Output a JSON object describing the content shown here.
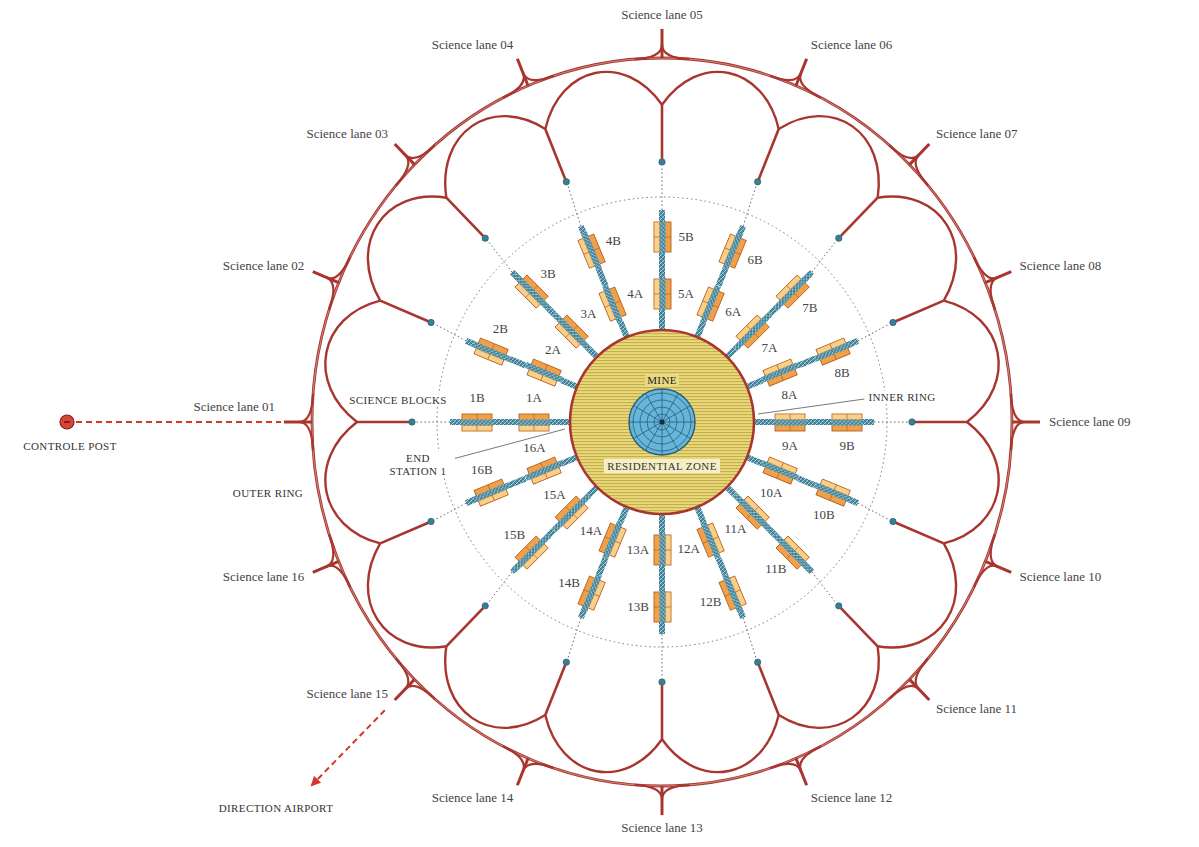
{
  "diagram": {
    "nodes": [
      {
        "text": [
          "RESIDENTIAL ZONE"
        ]
      },
      {
        "text": [
          "MINE"
        ],
        "in": 0
      },
      {
        "text": [
          "1A"
        ]
      },
      {
        "text": [
          "1B"
        ]
      },
      {
        "text": [
          "2A"
        ]
      },
      {
        "text": [
          "2B"
        ]
      },
      {
        "text": [
          "3A"
        ]
      },
      {
        "text": [
          "3B"
        ]
      },
      {
        "text": [
          "4A"
        ]
      },
      {
        "text": [
          "4B"
        ]
      },
      {
        "text": [
          "5A"
        ]
      },
      {
        "text": [
          "5B"
        ]
      },
      {
        "text": [
          "6A"
        ]
      },
      {
        "text": [
          "6B"
        ]
      },
      {
        "text": [
          "7A"
        ]
      },
      {
        "text": [
          "7B"
        ]
      },
      {
        "text": [
          "8A"
        ]
      },
      {
        "text": [
          "8B"
        ]
      },
      {
        "text": [
          "9A"
        ]
      },
      {
        "text": [
          "9B"
        ]
      },
      {
        "text": [
          "10A"
        ]
      },
      {
        "text": [
          "10B"
        ]
      },
      {
        "text": [
          "11A"
        ]
      },
      {
        "text": [
          "11B"
        ]
      },
      {
        "text": [
          "12A"
        ]
      },
      {
        "text": [
          "12B"
        ]
      },
      {
        "text": [
          "13A"
        ]
      },
      {
        "text": [
          "13B"
        ]
      },
      {
        "text": [
          "14A"
        ]
      },
      {
        "text": [
          "14B"
        ]
      },
      {
        "text": [
          "15A"
        ]
      },
      {
        "text": [
          "15B"
        ]
      },
      {
        "text": [
          "16A"
        ]
      },
      {
        "text": [
          "16B"
        ]
      }
    ],
    "edges": [
      {
        "from": 0,
        "to": 2,
        "arrow": "none"
      },
      {
        "from": 2,
        "to": 3,
        "arrow": "none"
      },
      {
        "from": 0,
        "to": 4,
        "arrow": "none"
      },
      {
        "from": 4,
        "to": 5,
        "arrow": "none"
      },
      {
        "from": 0,
        "to": 6,
        "arrow": "none"
      },
      {
        "from": 6,
        "to": 7,
        "arrow": "none"
      },
      {
        "from": 0,
        "to": 8,
        "arrow": "none"
      },
      {
        "from": 8,
        "to": 9,
        "arrow": "none"
      },
      {
        "from": 0,
        "to": 10,
        "arrow": "none"
      },
      {
        "from": 10,
        "to": 11,
        "arrow": "none"
      },
      {
        "from": 0,
        "to": 12,
        "arrow": "none"
      },
      {
        "from": 12,
        "to": 13,
        "arrow": "none"
      },
      {
        "from": 0,
        "to": 14,
        "arrow": "none"
      },
      {
        "from": 14,
        "to": 15,
        "arrow": "none"
      },
      {
        "from": 0,
        "to": 16,
        "arrow": "none"
      },
      {
        "from": 16,
        "to": 17,
        "arrow": "none"
      },
      {
        "from": 0,
        "to": 18,
        "arrow": "none"
      },
      {
        "from": 18,
        "to": 19,
        "arrow": "none"
      },
      {
        "from": 0,
        "to": 20,
        "arrow": "none"
      },
      {
        "from": 20,
        "to": 21,
        "arrow": "none"
      },
      {
        "from": 0,
        "to": 22,
        "arrow": "none"
      },
      {
        "from": 22,
        "to": 23,
        "arrow": "none"
      },
      {
        "from": 0,
        "to": 24,
        "arrow": "none"
      },
      {
        "from": 24,
        "to": 25,
        "arrow": "none"
      },
      {
        "from": 0,
        "to": 26,
        "arrow": "none"
      },
      {
        "from": 26,
        "to": 27,
        "arrow": "none"
      },
      {
        "from": 0,
        "to": 28,
        "arrow": "none"
      },
      {
        "from": 28,
        "to": 29,
        "arrow": "none"
      },
      {
        "from": 0,
        "to": 30,
        "arrow": "none"
      },
      {
        "from": 30,
        "to": 31,
        "arrow": "none"
      },
      {
        "from": 0,
        "to": 32,
        "arrow": "none"
      },
      {
        "from": 32,
        "to": 33,
        "arrow": "none"
      }
    ],
    "labels": [
      "Science lane 01",
      "Science lane 02",
      "Science lane 03",
      "Science lane 04",
      "Science lane 05",
      "Science lane 06",
      "Science lane 07",
      "Science lane 08",
      "Science lane 09",
      "Science lane 10",
      "Science lane 11",
      "Science lane 12",
      "Science lane 13",
      "Science lane 14",
      "Science lane 15",
      "Science lane 16",
      "SCIENCE BLOCKS",
      "END STATION 1",
      "INNER RING",
      "OUTER RING",
      "CONTROLE POST",
      "DIRECTION AIRPORT"
    ]
  }
}
